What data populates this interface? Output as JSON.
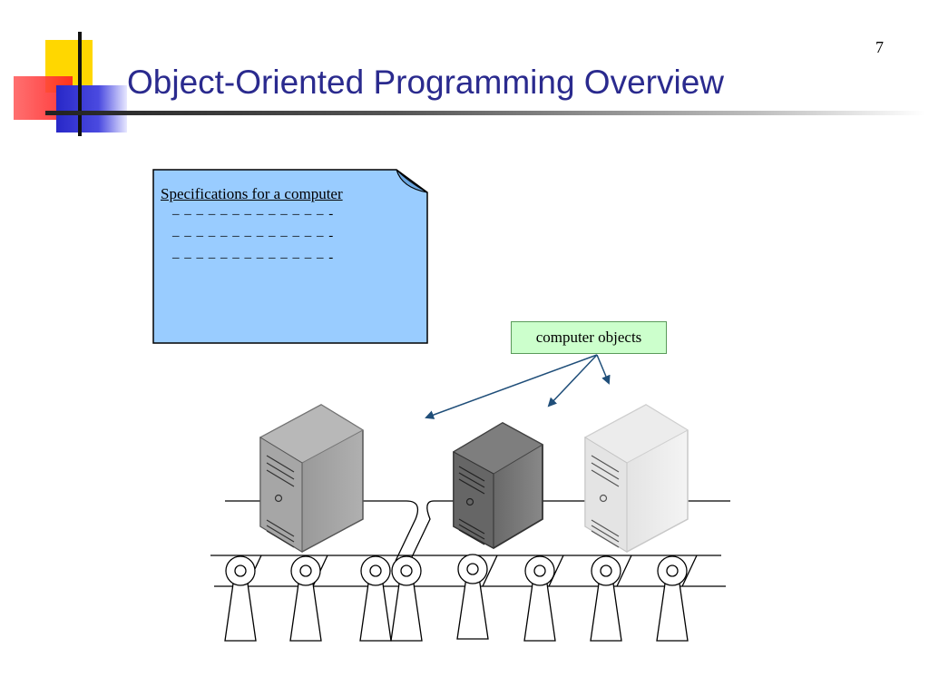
{
  "slide": {
    "number": "7",
    "title": "Object-Oriented Programming Overview"
  },
  "note": {
    "heading": "Specifications for a computer",
    "lines": [
      "– – – – – – – – – – – – – -",
      "– – – – – – – – – – – – – -",
      "– – – – – – – – – – – – – -"
    ],
    "fill_color": "#99ccff"
  },
  "callout": {
    "label": "computer objects",
    "fill_color": "#ccffcc"
  },
  "computers": [
    {
      "name": "computer-object-medium-gray",
      "color": "#9a9a9a"
    },
    {
      "name": "computer-object-dark-gray",
      "color": "#6c6c6c"
    },
    {
      "name": "computer-object-light-gray",
      "color": "#e0e0e0"
    }
  ]
}
